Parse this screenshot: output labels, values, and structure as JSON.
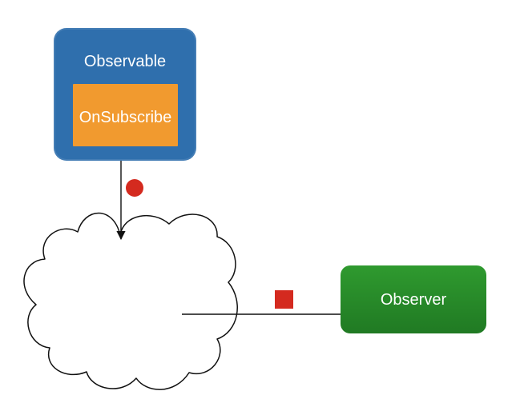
{
  "diagram": {
    "observable": {
      "label": "Observable",
      "color": "#2f6fad"
    },
    "onsubscribe": {
      "label": "OnSubscribe",
      "color": "#f19a2f"
    },
    "observer": {
      "label": "Observer",
      "color": "#248d26"
    },
    "event_marker_color": "#d42a1f",
    "arrow_color": "#111111",
    "cloud_outline_color": "#111111"
  }
}
